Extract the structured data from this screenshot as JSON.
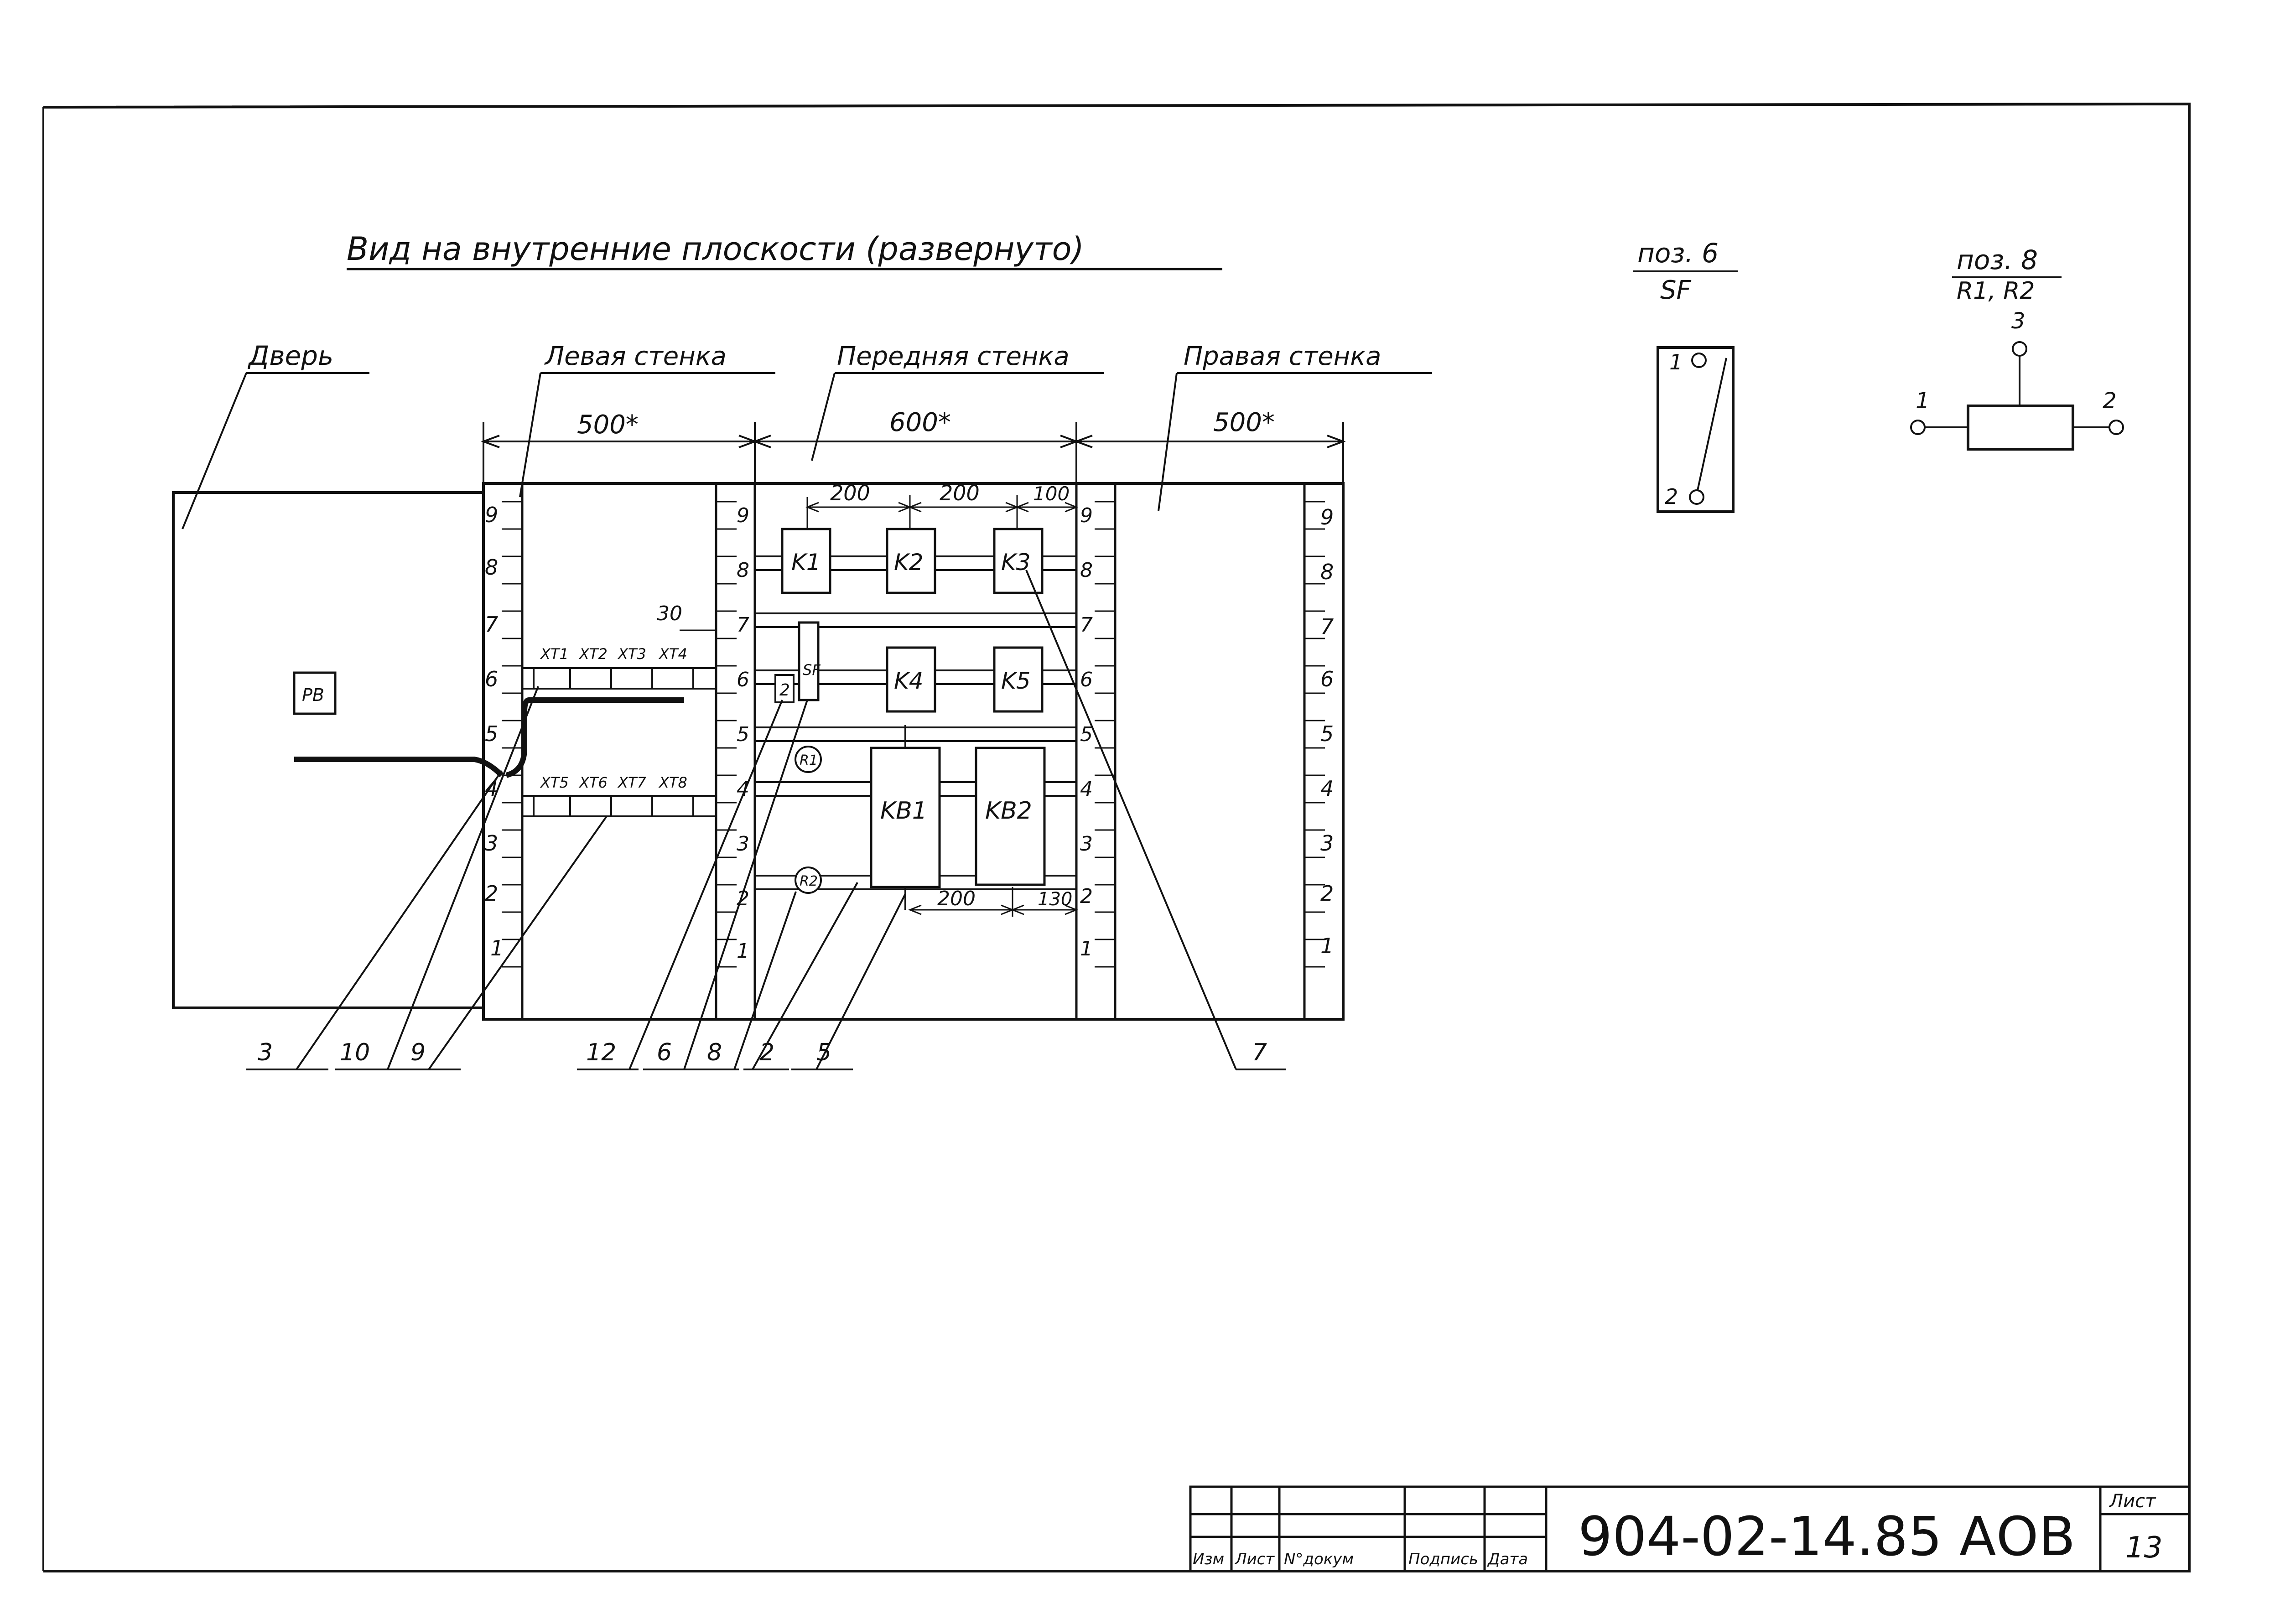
{
  "title": "Вид на внутренние плоскости (развернуто)",
  "labels": {
    "door": "Дверь",
    "left_wall": "Левая стенка",
    "front_wall": "Передняя стенка",
    "right_wall": "Правая стенка"
  },
  "dimensions": {
    "left": "500*",
    "front": "600*",
    "right": "500*",
    "k1_k2": "200",
    "k2_k3": "200",
    "k3_edge": "100",
    "terminal_offset": "30",
    "kb_spacing": "200",
    "kb_edge": "130"
  },
  "rails": [
    "9",
    "8",
    "7",
    "6",
    "5",
    "4",
    "3",
    "2",
    "1"
  ],
  "components": {
    "pb": "PB",
    "k1": "K1",
    "k2": "K2",
    "k3": "K3",
    "k4": "K4",
    "k5": "K5",
    "kb1": "KB1",
    "kb2": "KB2",
    "sf": "SF",
    "sf_small": "2",
    "r1": "R1",
    "r2": "R2"
  },
  "terminals_top": [
    "XT1",
    "XT2",
    "XT3",
    "XT4"
  ],
  "terminals_bottom": [
    "XT5",
    "XT6",
    "XT7",
    "XT8"
  ],
  "callouts": [
    "3",
    "10",
    "9",
    "12",
    "6",
    "8",
    "2",
    "5",
    "7"
  ],
  "pos6": {
    "title": "поз. 6",
    "sub": "SF",
    "pin1": "1",
    "pin2": "2"
  },
  "pos8": {
    "title": "поз. 8",
    "sub": "R1, R2",
    "pin1": "1",
    "pin2": "2",
    "pin3": "3"
  },
  "title_block": {
    "code": "904-02-14.85 АОВ",
    "sheet_label": "Лист",
    "sheet_no": "13",
    "headers": [
      "Изм",
      "Лист",
      "N°докум",
      "Подпись",
      "Дата"
    ]
  }
}
